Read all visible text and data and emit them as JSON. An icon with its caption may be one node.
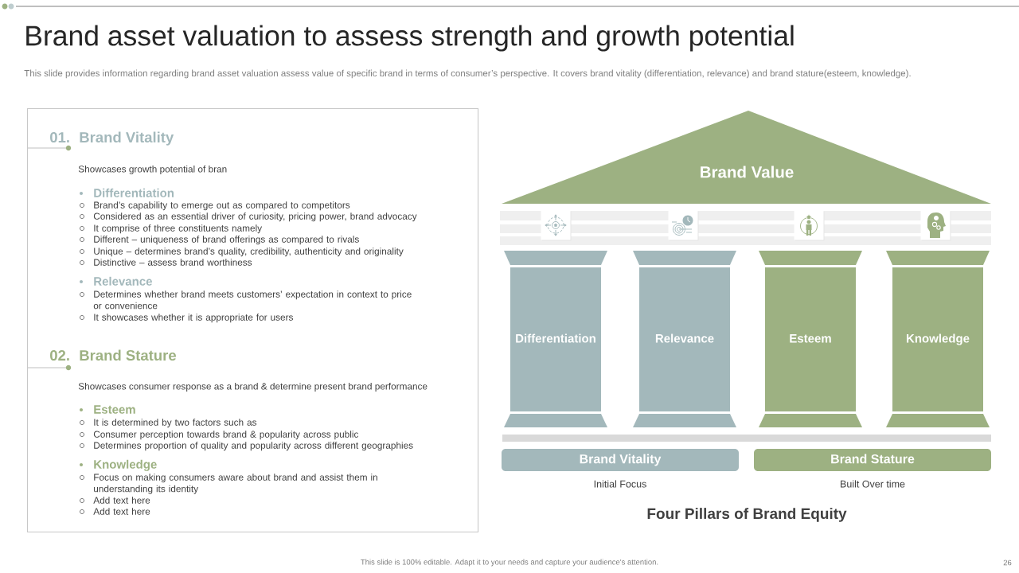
{
  "diagram": {
    "title": "Brand asset valuation to assess strength and growth potential",
    "caption": "Four Pillars of Brand Equity",
    "nodes": [
      {
        "text": [
          "01.",
          "Brand Vitality",
          "Showcases growth potential of bran",
          "Differentiation",
          "Brand’s capability to emerge out as compared to competitors",
          "Considered as an essential driver of curiosity, pricing power, brand advocacy",
          "It comprise of three constituents namely",
          "Different – uniqueness of brand offerings as compared to rivals",
          "Unique – determines brand’s quality, credibility, authenticity and originality",
          "Distinctive – assess brand worthiness",
          "Relevance",
          "Determines whether brand meets customers’ expectation in context to price or convenience",
          "It showcases whether it is appropriate for users",
          "02.",
          "Brand Stature",
          "Showcases consumer response as a brand & determine present brand performance",
          "Esteem",
          "It is determined by two factors such as",
          "Consumer perception towards brand & popularity across public",
          "Determines proportion of quality and popularity across different geographies",
          "Knowledge",
          "Focus on making consumers aware about brand and assist them in understanding its identity",
          "Add text here",
          "Add text here"
        ]
      },
      {
        "text": [
          "Brand Value"
        ]
      },
      {
        "text": [
          "Differentiation"
        ]
      },
      {
        "text": [
          "Relevance"
        ]
      },
      {
        "text": [
          "Esteem"
        ]
      },
      {
        "text": [
          "Knowledge"
        ]
      },
      {
        "text": [
          "Brand Vitality"
        ],
        "beside": [
          "Initial Focus"
        ]
      },
      {
        "text": [
          "Brand Stature"
        ],
        "beside": [
          "Built Over time"
        ]
      }
    ],
    "labels": [
      "This slide provides information regarding brand asset valuation assess value of specific brand in terms of consumer’s perspective. It covers brand vitality (differentiation, relevance) and brand stature(esteem, knowledge).",
      "This slide is 100% editable. Adapt it to your needs and capture your audience's attention.",
      "26"
    ]
  }
}
